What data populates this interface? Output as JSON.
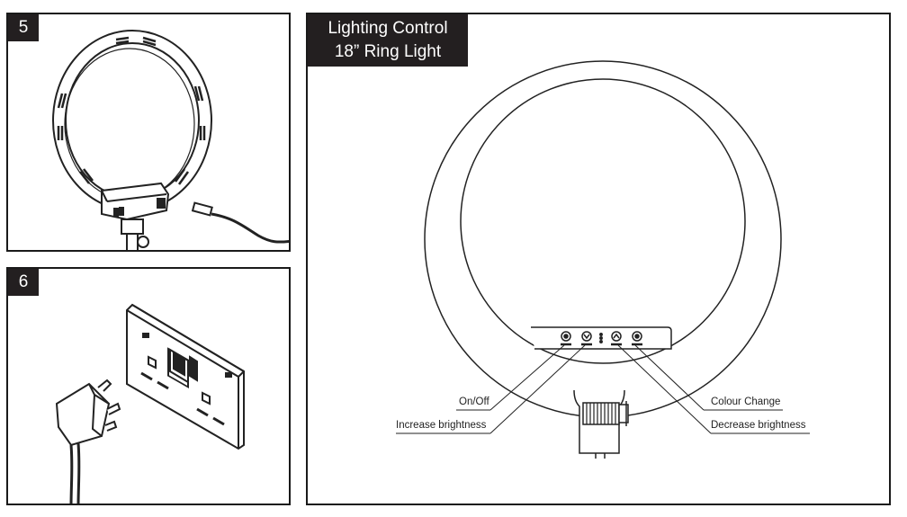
{
  "steps": {
    "step5": "5",
    "step6": "6"
  },
  "main": {
    "title_line1": "Lighting Control",
    "title_line2": "18” Ring Light"
  },
  "callouts": {
    "on_off": "On/Off",
    "increase_brightness": "Increase brightness",
    "colour_change": "Colour Change",
    "decrease_brightness": "Decrease brightness"
  }
}
